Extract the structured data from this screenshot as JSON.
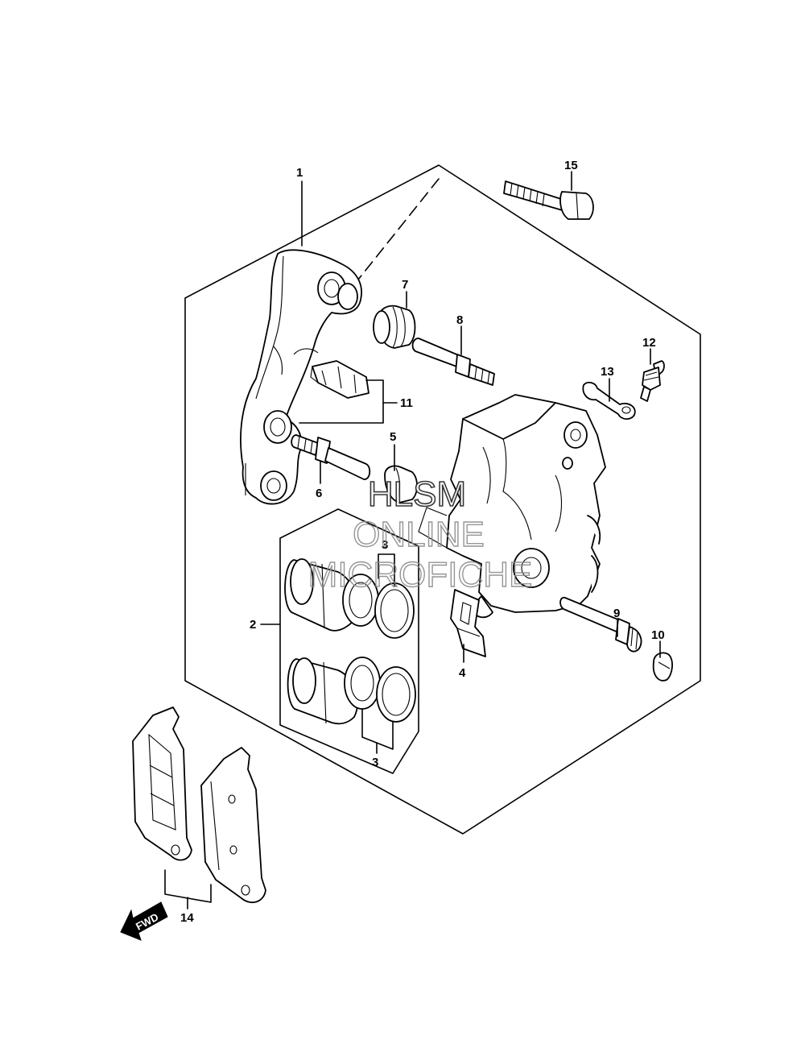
{
  "labels": {
    "l1": "1",
    "l2": "2",
    "l3a": "3",
    "l3b": "3",
    "l4": "4",
    "l5": "5",
    "l6": "6",
    "l7": "7",
    "l8": "8",
    "l9": "9",
    "l10": "10",
    "l11": "11",
    "l12": "12",
    "l13": "13",
    "l14": "14",
    "l15": "15"
  },
  "direction_arrow": "FWD",
  "watermark": {
    "line1": "HLSM",
    "line2": "ONLINE",
    "line3": "MICROFICHE"
  },
  "colors": {
    "line": "#000000",
    "watermark": "#8a8a8a",
    "background": "#ffffff"
  }
}
